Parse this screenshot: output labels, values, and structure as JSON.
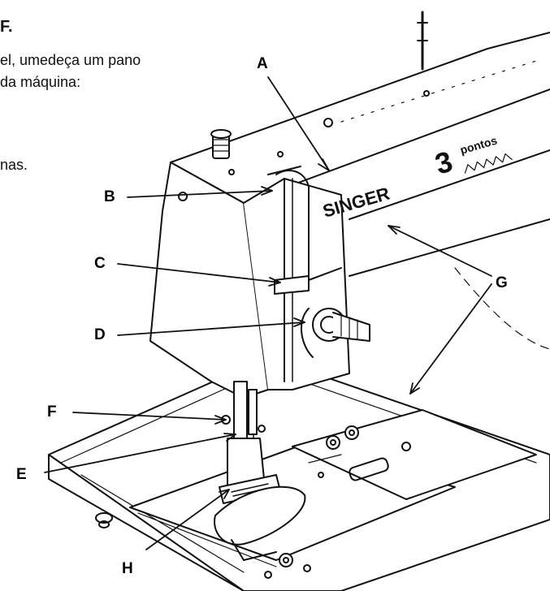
{
  "text": {
    "heading": "F.",
    "line1": "el, umedeça um pano",
    "line2": "da máquina:",
    "line3": "nas."
  },
  "machine": {
    "brand": "SINGER",
    "model_prefix": "3",
    "model_word": "pontos"
  },
  "callouts": {
    "A": "A",
    "B": "B",
    "C": "C",
    "D": "D",
    "E": "E",
    "F": "F",
    "G": "G",
    "H": "H"
  },
  "colors": {
    "ink": "#111111",
    "background": "#ffffff"
  }
}
